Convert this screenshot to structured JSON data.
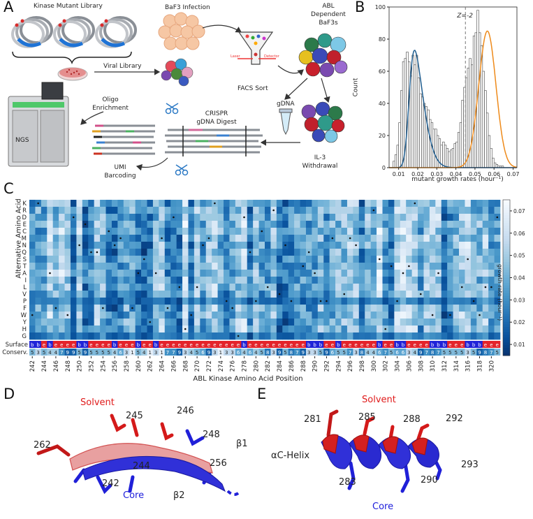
{
  "panels": {
    "a": "A",
    "b": "B",
    "c": "C",
    "d": "D",
    "e": "E"
  },
  "panel_a": {
    "library_label": "Kinase Mutant Library",
    "infection_label": "BaF3 Infection",
    "abl_label_lines": [
      "ABL",
      "Dependent",
      "BaF3s"
    ],
    "viral_label": "Viral Library",
    "facs_label": "FACS Sort",
    "laser_label": "Laser",
    "detector_label": "Detector",
    "oligo_label_lines": [
      "Oligo",
      "Enrichment"
    ],
    "crispr_label_lines": [
      "CRISPR",
      "gDNA Digest"
    ],
    "gdna_label": "gDNA",
    "ngs_label": "NGS",
    "umi_label_lines": [
      "UMI",
      "Barcoding"
    ],
    "il3_label_lines": [
      "IL-3",
      "Withdrawal"
    ]
  },
  "chart_data": [
    {
      "type": "bar",
      "panel": "B",
      "xlabel": "mutant growth rates (hour⁻¹)",
      "ylabel": "Count",
      "xlim": [
        0.005,
        0.072
      ],
      "ylim": [
        0,
        100
      ],
      "xticks": [
        "0.01",
        "0.02",
        "0.03",
        "0.04",
        "0.05",
        "0.06",
        "0.07"
      ],
      "yticks": [
        "0",
        "20",
        "40",
        "60",
        "80",
        "100"
      ],
      "threshold_label": "Z=-2",
      "threshold_x": 0.045,
      "bin_width": 0.001,
      "bin_start": 0.007,
      "counts": [
        4,
        8,
        14,
        28,
        48,
        66,
        68,
        72,
        66,
        57,
        70,
        64,
        70,
        56,
        46,
        44,
        40,
        38,
        36,
        30,
        28,
        24,
        24,
        20,
        18,
        14,
        16,
        14,
        12,
        10,
        11,
        12,
        15,
        16,
        22,
        28,
        42,
        50,
        56,
        62,
        68,
        64,
        82,
        84,
        98,
        84,
        76,
        60,
        48,
        34,
        20,
        12,
        6,
        3,
        2,
        1,
        1,
        1
      ],
      "series": [
        {
          "color": "#1f5d8f",
          "mu": 0.0155,
          "sigma": 0.0062,
          "skew": 3.2,
          "peak": 73
        },
        {
          "color": "#ee8a1a",
          "mu": 0.0565,
          "sigma": 0.0045,
          "skew": 0,
          "peak": 85
        }
      ]
    },
    {
      "type": "heatmap",
      "panel": "C",
      "xlabel": "ABL Kinase Amino Acid Position",
      "ylabel": "Alternative Amino Acid",
      "rows": [
        "K",
        "R",
        "D",
        "E",
        "C",
        "M",
        "N",
        "Q",
        "S",
        "T",
        "A",
        "I",
        "L",
        "V",
        "P",
        "F",
        "W",
        "Y",
        "H",
        "G"
      ],
      "x_start": 242,
      "x_end": 321,
      "xtick_labels": [
        "242",
        "244",
        "246",
        "248",
        "250",
        "252",
        "254",
        "256",
        "258",
        "260",
        "262",
        "264",
        "266",
        "268",
        "270",
        "272",
        "274",
        "276",
        "278",
        "280",
        "282",
        "284",
        "286",
        "288",
        "290",
        "292",
        "294",
        "296",
        "298",
        "300",
        "302",
        "304",
        "306",
        "308",
        "310",
        "312",
        "314",
        "316",
        "318",
        "320"
      ],
      "colorbar_label": "growth rate (hour⁻¹)",
      "colorbar_ticks": [
        "0.01",
        "0.02",
        "0.03",
        "0.04",
        "0.05",
        "0.06",
        "0.07"
      ],
      "vmin": 0.005,
      "vmax": 0.075,
      "surface_row_label": "Surface",
      "conservation_row_label": "Conserv.",
      "surface": "bbebeeeebbeeeebeeebeebeeeeeeeeeeeeeebeeeeeeeeeebbbeebeeeeeebeebbeeeebbbeeebbbee",
      "conservation": "5354479959555546315413177934569313364645839587933596557384467566349787555535987",
      "surface_colors": {
        "b": "#1f23d8",
        "e": "#e3232b"
      }
    }
  ],
  "panel_d": {
    "solvent_label": "Solvent",
    "core_label": "Core",
    "residues": [
      "262",
      "245",
      "246",
      "248",
      "244",
      "242",
      "256"
    ],
    "strands": [
      "β1",
      "β2"
    ]
  },
  "panel_e": {
    "solvent_label": "Solvent",
    "core_label": "Core",
    "helix_label": "αC-Helix",
    "residues": [
      "281",
      "285",
      "288",
      "292",
      "293",
      "290",
      "283"
    ]
  },
  "colors": {
    "solvent": "#e01a1a",
    "core": "#1d1ddb"
  }
}
